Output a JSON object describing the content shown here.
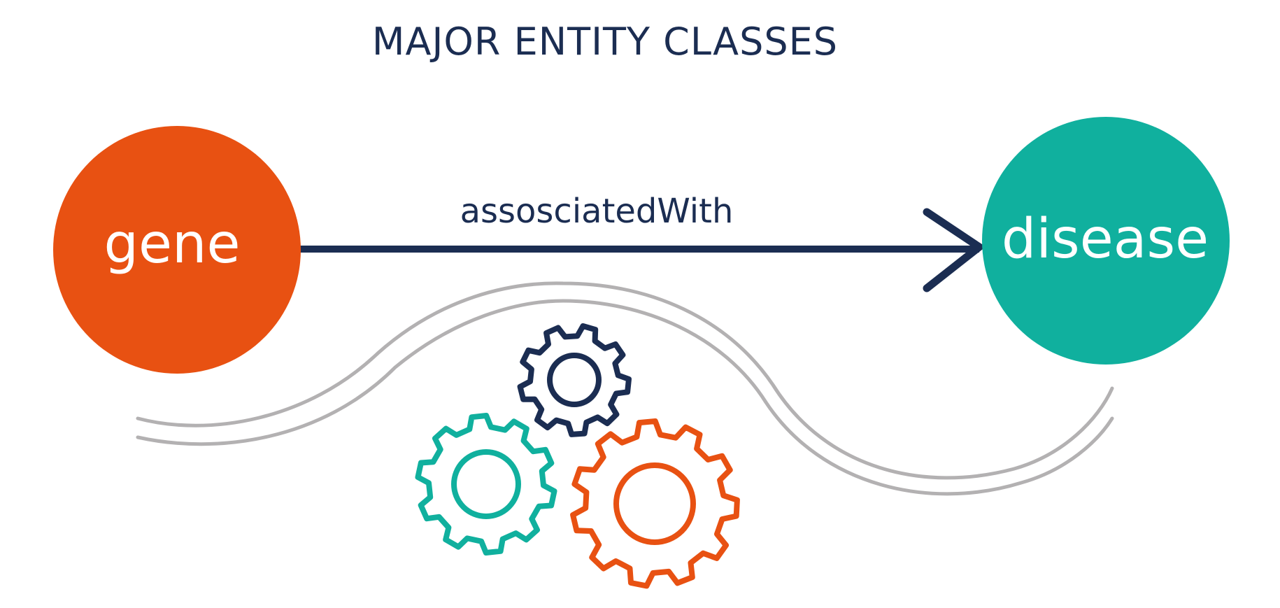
{
  "diagram": {
    "title": "MAJOR ENTITY CLASSES",
    "source_node": {
      "label": "gene",
      "color": "#e85112"
    },
    "target_node": {
      "label": "disease",
      "color": "#10b09e"
    },
    "edge": {
      "label": "assosciatedWith",
      "color": "#1b2d52"
    },
    "pathway_color": "#b3b1b2",
    "gears": [
      {
        "icon": "gear-icon",
        "color": "#1b2d52"
      },
      {
        "icon": "gear-icon",
        "color": "#10b09e"
      },
      {
        "icon": "gear-icon",
        "color": "#e85112"
      }
    ],
    "text_color": "#ffffff",
    "title_color": "#1b2d52"
  }
}
